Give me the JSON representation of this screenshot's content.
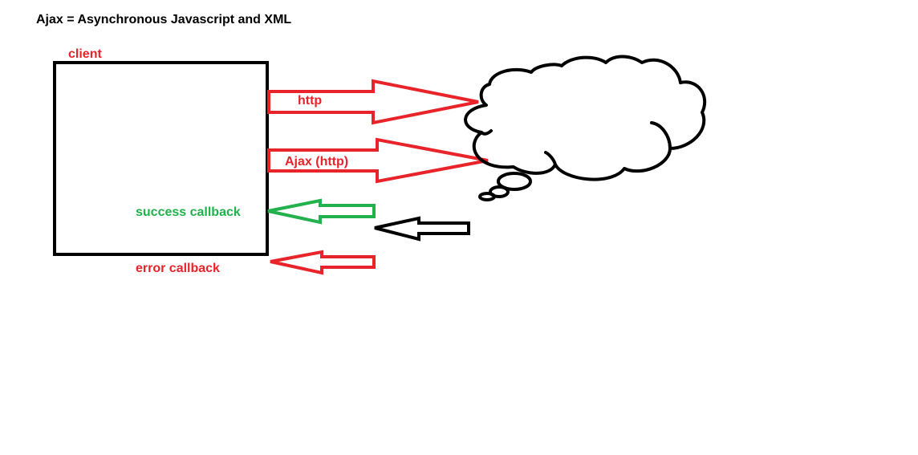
{
  "title": "Ajax = Asynchronous Javascript and XML",
  "labels": {
    "client": "client",
    "http": "http",
    "ajax": "Ajax (http)",
    "success": "success callback",
    "error": "error callback"
  },
  "colors": {
    "red": "#e8232a",
    "green": "#22b14c",
    "black": "#000000",
    "background": "#ffffff"
  },
  "shapes": {
    "client_box": "rectangle",
    "server": "cloud-thought-bubble",
    "arrows": [
      "http-request-arrow",
      "ajax-request-arrow",
      "success-callback-arrow",
      "error-callback-arrow",
      "response-arrow"
    ]
  }
}
